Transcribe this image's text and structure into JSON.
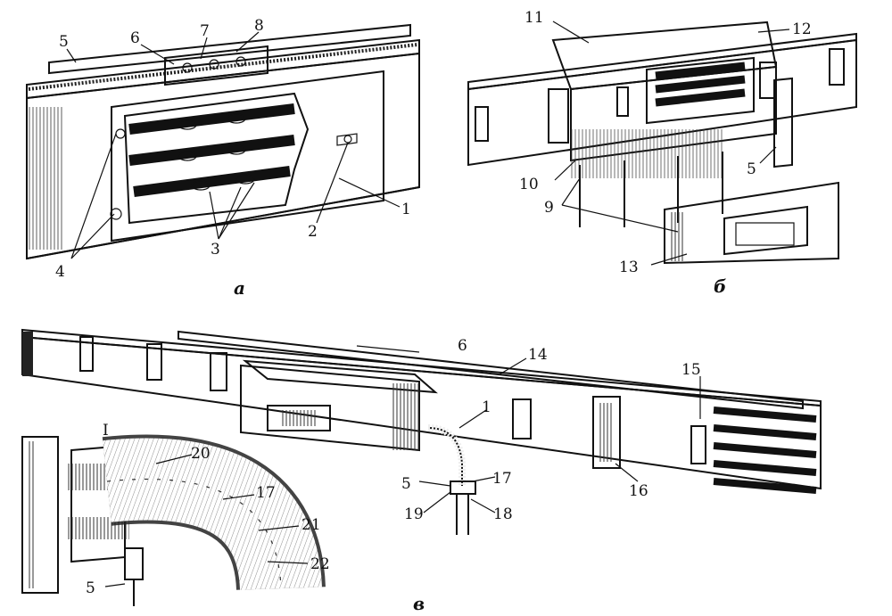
{
  "panels": {
    "a": {
      "caption": "а"
    },
    "b": {
      "caption": "б"
    },
    "c": {
      "caption": "в"
    }
  },
  "labels": {
    "n1": "1",
    "n2": "2",
    "n3": "3",
    "n4": "4",
    "n5": "5",
    "n6": "6",
    "n7": "7",
    "n8": "8",
    "n9": "9",
    "n10": "10",
    "n11": "11",
    "n12": "12",
    "n13": "13",
    "n14": "14",
    "n15": "15",
    "n16": "16",
    "n17": "17",
    "n18": "18",
    "n19": "19",
    "n20": "20",
    "n21": "21",
    "n22": "22",
    "detail": "I"
  }
}
